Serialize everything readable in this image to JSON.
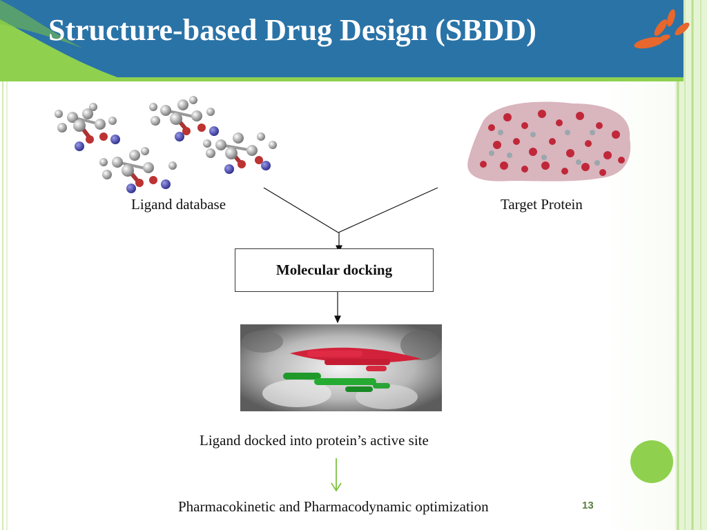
{
  "slide": {
    "title": "Structure-based Drug Design (SBDD)",
    "page_number": "13"
  },
  "labels": {
    "ligand_database": "Ligand database",
    "target_protein": "Target Protein",
    "molecular_docking": "Molecular docking",
    "docked": "Ligand docked into protein’s active site",
    "optimization": "Pharmacokinetic and Pharmacodynamic optimization"
  },
  "colors": {
    "header_blue": "#2a73a7",
    "accent_green": "#8fd14f",
    "accent_orange": "#e8672c",
    "border_green": "#b9e08f"
  }
}
